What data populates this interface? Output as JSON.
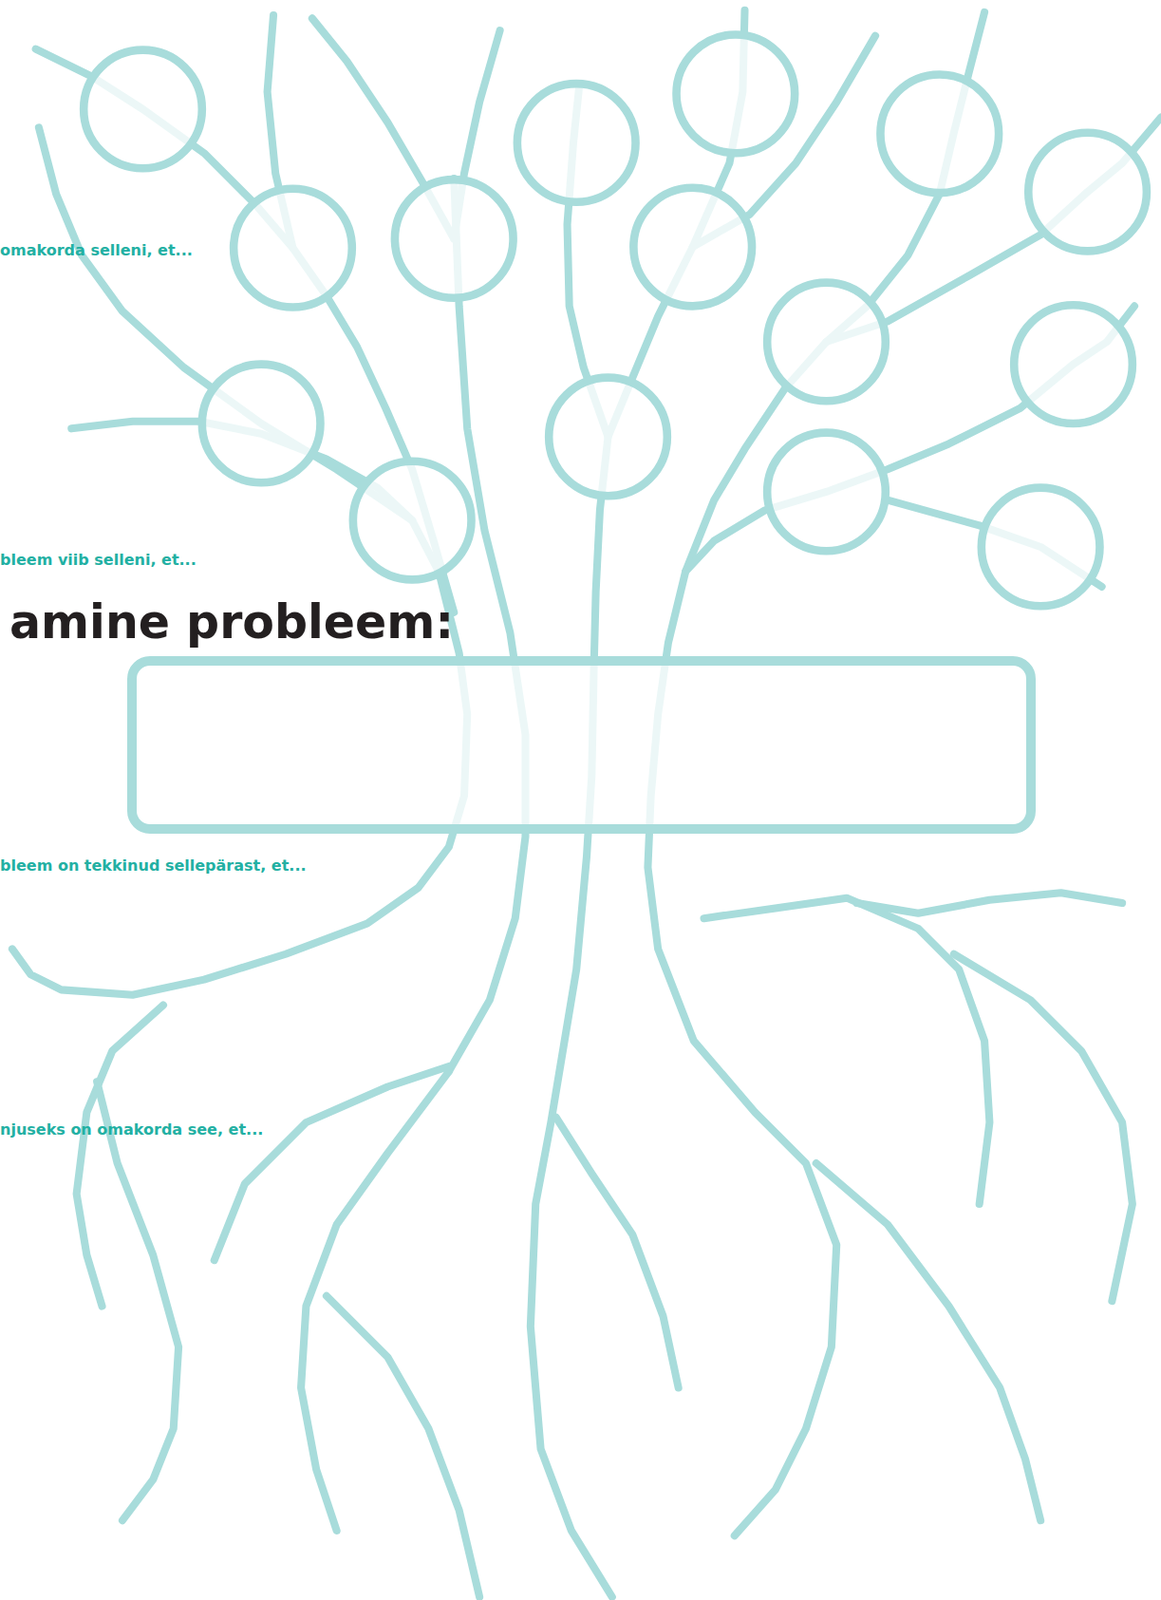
{
  "diagram": {
    "nodes": [
      {
        "text": [
          "amine probleem:"
        ]
      }
    ],
    "labels": [
      "omakorda selleni, et...",
      "bleem viib selleni, et...",
      "bleem on tekkinud sellepärast, et...",
      "njuseks on omakorda see, et..."
    ]
  }
}
